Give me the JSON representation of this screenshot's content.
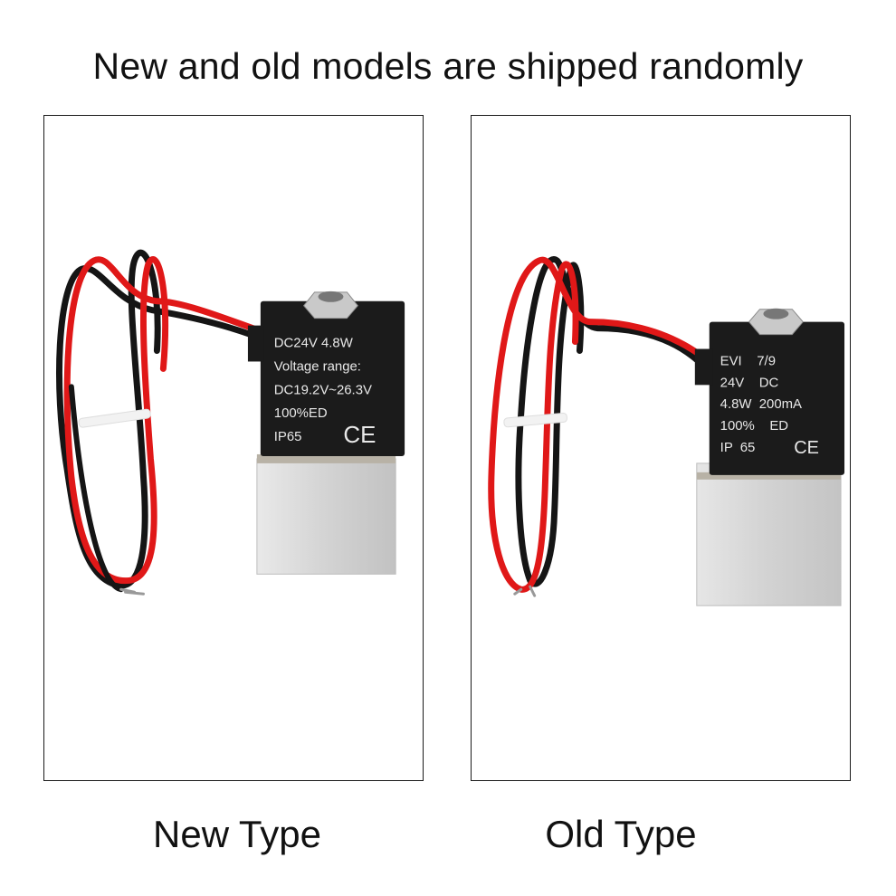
{
  "headline": "New and old models are shipped randomly",
  "panels": [
    {
      "caption": "New Type",
      "label_lines": [
        "DC24V   4.8W",
        "Voltage range:",
        "DC19.2V~26.3V",
        "100%ED",
        "IP65"
      ],
      "mark": "CE"
    },
    {
      "caption": "Old Type",
      "label_lines": [
        "EVI    7/9",
        "24V    DC",
        "4.8W  200mA",
        "100%    ED",
        "IP  65"
      ],
      "mark": "CE"
    }
  ],
  "colors": {
    "wire_red": "#e01818",
    "wire_black": "#151515",
    "coil": "#1b1b1b",
    "body": "#d8d8d8"
  },
  "icons": [
    "ce-mark-icon",
    "hex-nut-icon"
  ]
}
